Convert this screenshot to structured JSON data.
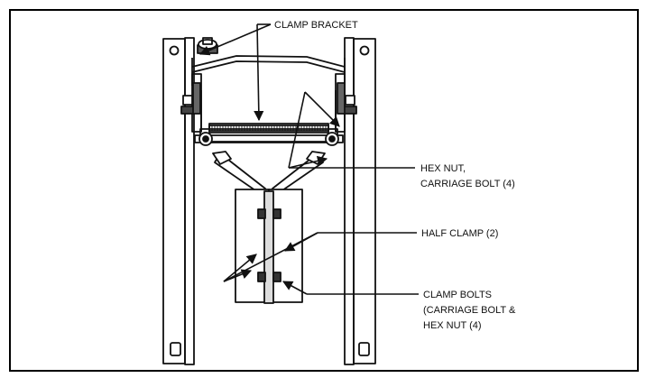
{
  "diagram": {
    "labels": {
      "clamp_bracket": "CLAMP BRACKET",
      "hex_nut": [
        "HEX NUT,",
        "CARRIAGE BOLT (4)"
      ],
      "half_clamp": "HALF CLAMP (2)",
      "clamp_bolts": [
        "CLAMP BOLTS",
        "(CARRIAGE BOLT &",
        "HEX NUT (4)"
      ]
    }
  }
}
